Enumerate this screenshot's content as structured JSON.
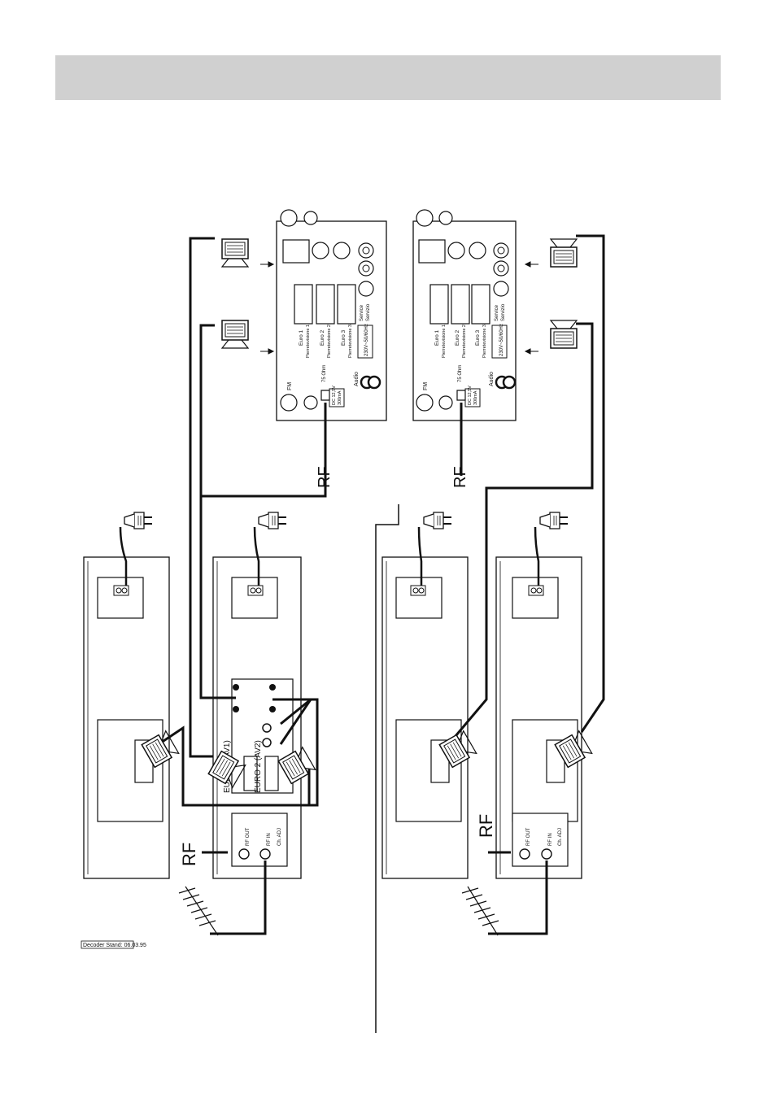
{
  "header": {
    "color": "#d0d0d0"
  },
  "tv_panel": {
    "fm_label": "FM",
    "antenna_label": "75 Ohm",
    "dc_label": "DC 12,5V",
    "dc_current": "300mA",
    "audio_label": "Audio",
    "euro1": "Euro 1",
    "euro1_sub": "Pierretevisione 1",
    "euro2": "Euro 2",
    "euro2_sub": "Pierretevisione 2",
    "euro3": "Euro 3",
    "euro3_sub": "Pierretevisione 3",
    "service": "Service",
    "service_sub": "Servizio",
    "mains": "230V~50/60Hz"
  },
  "labels": {
    "rf_in_left": "RF",
    "rf_in_right": "RF",
    "rf_out_left": "RF",
    "rf_out_right": "RF",
    "euro1_av1": "EURO 1 (AV1)",
    "euro2_av2": "EURO 2 (AV2)",
    "rf_out_socket": "RF OUT",
    "rf_in_socket": "RF IN",
    "ch_adj": "Ch. ADJ",
    "caption": "Decoder    Stand: 06.03.95"
  },
  "colors": {
    "line": "#111111",
    "cable": "#1a1a1a"
  }
}
